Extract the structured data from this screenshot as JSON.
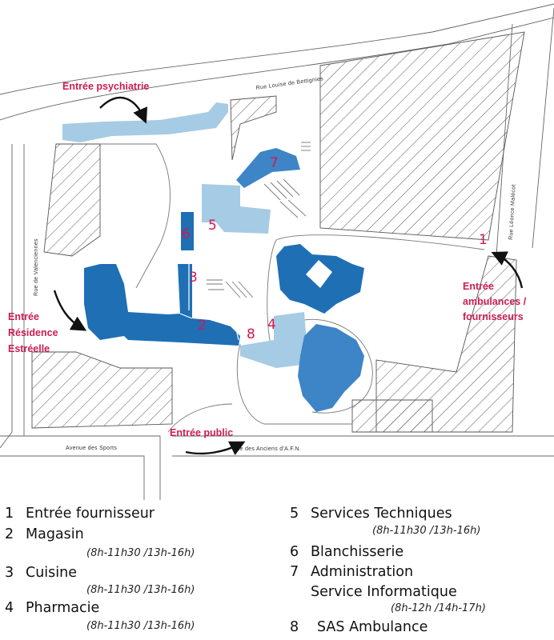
{
  "streets": {
    "louise": "Rue Louise de Bettignies",
    "leonce": "Rue Léonce Malécot",
    "valenciennes": "Rue de Valenciennes",
    "sports": "Avenue des Sports",
    "anciens": "Rue des Anciens d'A.F.N."
  },
  "entrances": {
    "psychiatrie": "Entrée psychiatrie",
    "residence": [
      "Entrée",
      "Résidence",
      "Estréelle"
    ],
    "ambulances": [
      "Entrée",
      "ambulances /",
      "fournisseurs"
    ],
    "public": "Entrée public"
  },
  "map_numbers": [
    "1",
    "2",
    "3",
    "4",
    "5",
    "6",
    "7",
    "8"
  ],
  "colors": {
    "dark_blue": "#1f6fb5",
    "mid_blue": "#3d85c6",
    "light_blue": "#a6cbe4",
    "accent": "#d6174f"
  },
  "legend": [
    {
      "num": "1",
      "label": "Entrée fournisseur",
      "hours": ""
    },
    {
      "num": "2",
      "label": "Magasin",
      "hours": "(8h-11h30 /13h-16h)"
    },
    {
      "num": "3",
      "label": "Cuisine",
      "hours": "(8h-11h30 /13h-16h)"
    },
    {
      "num": "4",
      "label": "Pharmacie",
      "hours": "(8h-11h30 /13h-16h)"
    },
    {
      "num": "5",
      "label": "Services Techniques",
      "hours": "(8h-11h30 /13h-16h)"
    },
    {
      "num": "6",
      "label": "Blanchisserie",
      "hours": ""
    },
    {
      "num": "7",
      "label": "Administration",
      "label2": "Service Informatique",
      "hours": "(8h-12h /14h-17h)"
    },
    {
      "num": "8",
      "label": "SAS Ambulance",
      "hours": ""
    }
  ]
}
